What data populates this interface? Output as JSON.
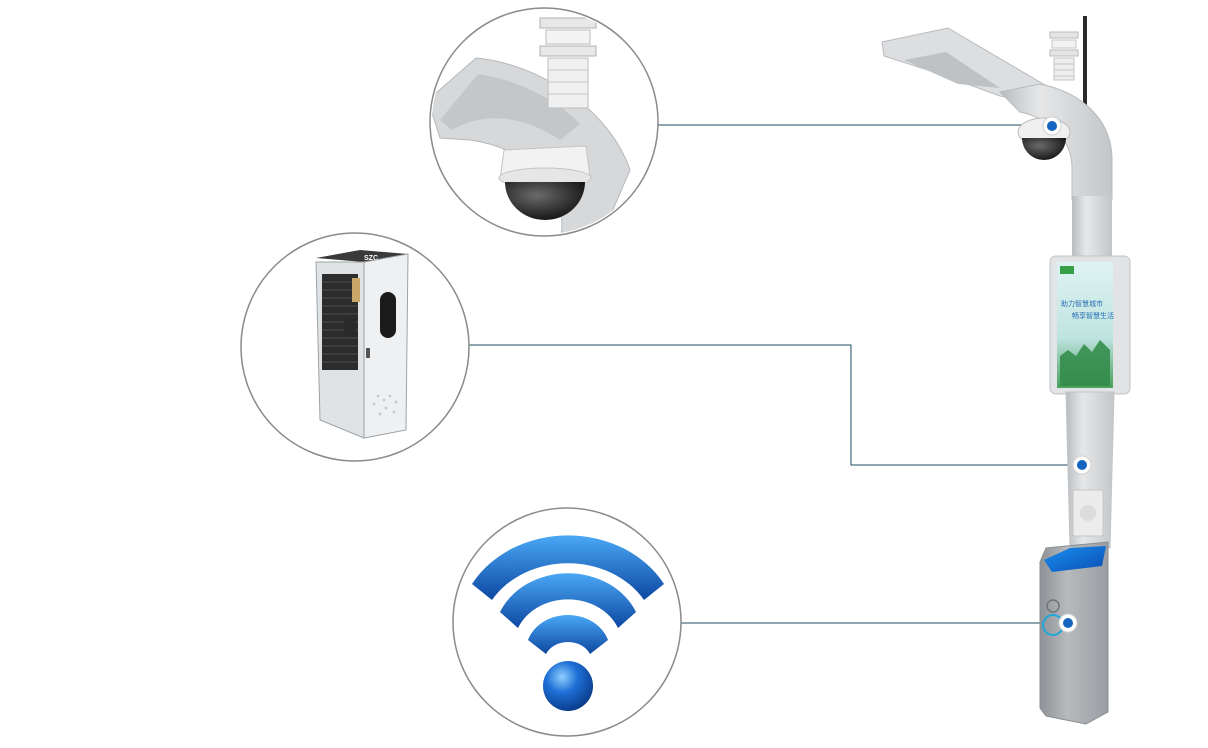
{
  "features": [
    {
      "name": "camera",
      "icon": "dome-camera-icon"
    },
    {
      "name": "charging-cabinet",
      "icon": "charging-cabinet-icon",
      "brand": "SZC"
    },
    {
      "name": "wifi",
      "icon": "wifi-icon"
    }
  ],
  "pole": {
    "screen_line1": "助力智慧城市",
    "screen_line2": "畅享智慧生活"
  },
  "colors": {
    "connector_line": "#1f4e63",
    "hotspot": "#1565c0",
    "circle_border": "#8a8a8a",
    "pole": "#d4d6d8",
    "wifi": "#1e6fd6"
  }
}
